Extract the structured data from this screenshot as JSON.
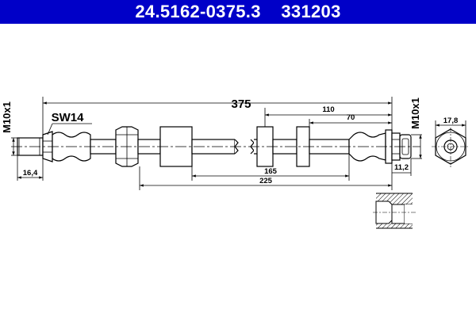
{
  "header": {
    "part_number": "24.5162-0375.3",
    "ref_number": "331203",
    "background": "#0000c8",
    "text_color": "#ffffff"
  },
  "dimensions": {
    "overall_length": "375",
    "d_110": "110",
    "d_70": "70",
    "d_165": "165",
    "d_225": "225",
    "d_16_4": "16,4",
    "d_11_2": "11,2",
    "d_17_8": "17,8",
    "thread_left": "M10x1",
    "thread_right": "M10x1",
    "wrench_size": "SW14"
  }
}
